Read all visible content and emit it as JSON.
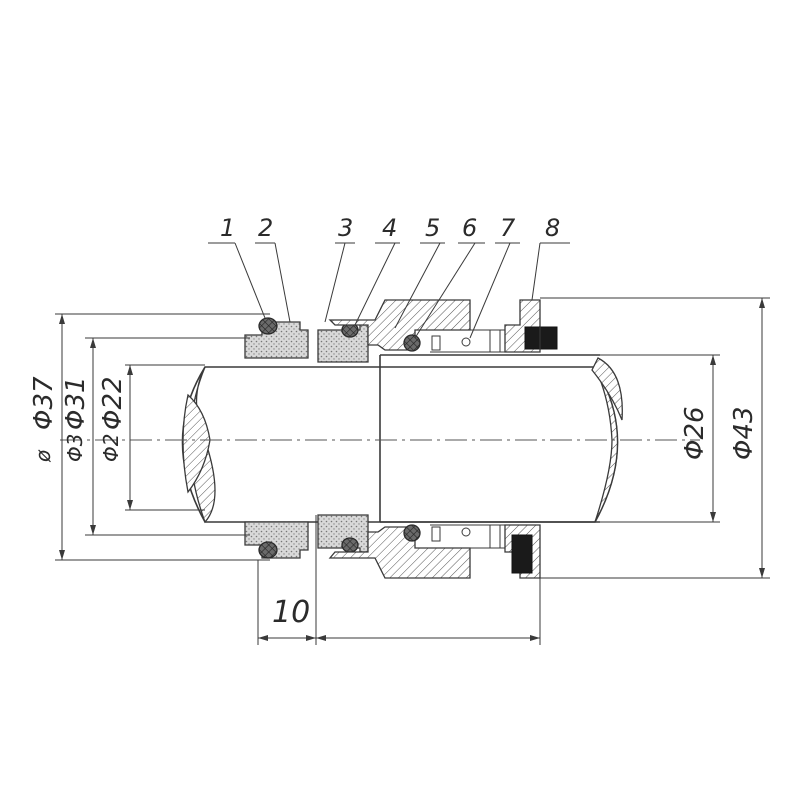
{
  "part_numbers": [
    "1",
    "2",
    "3",
    "4",
    "5",
    "6",
    "7",
    "8"
  ],
  "dimensions_left": {
    "d37": "Φ37",
    "d31": "Φ31",
    "d22": "Φ22",
    "ghost_a": "ø",
    "ghost_b": "Φ3",
    "ghost_c": "Φ2"
  },
  "dimensions_right": {
    "d26": "Φ26",
    "d43": "Φ43"
  },
  "dimension_bottom": "10",
  "colors": {
    "line": "#3a3a3a",
    "text": "#2b2b2b",
    "black_part": "#1a1a1a"
  }
}
